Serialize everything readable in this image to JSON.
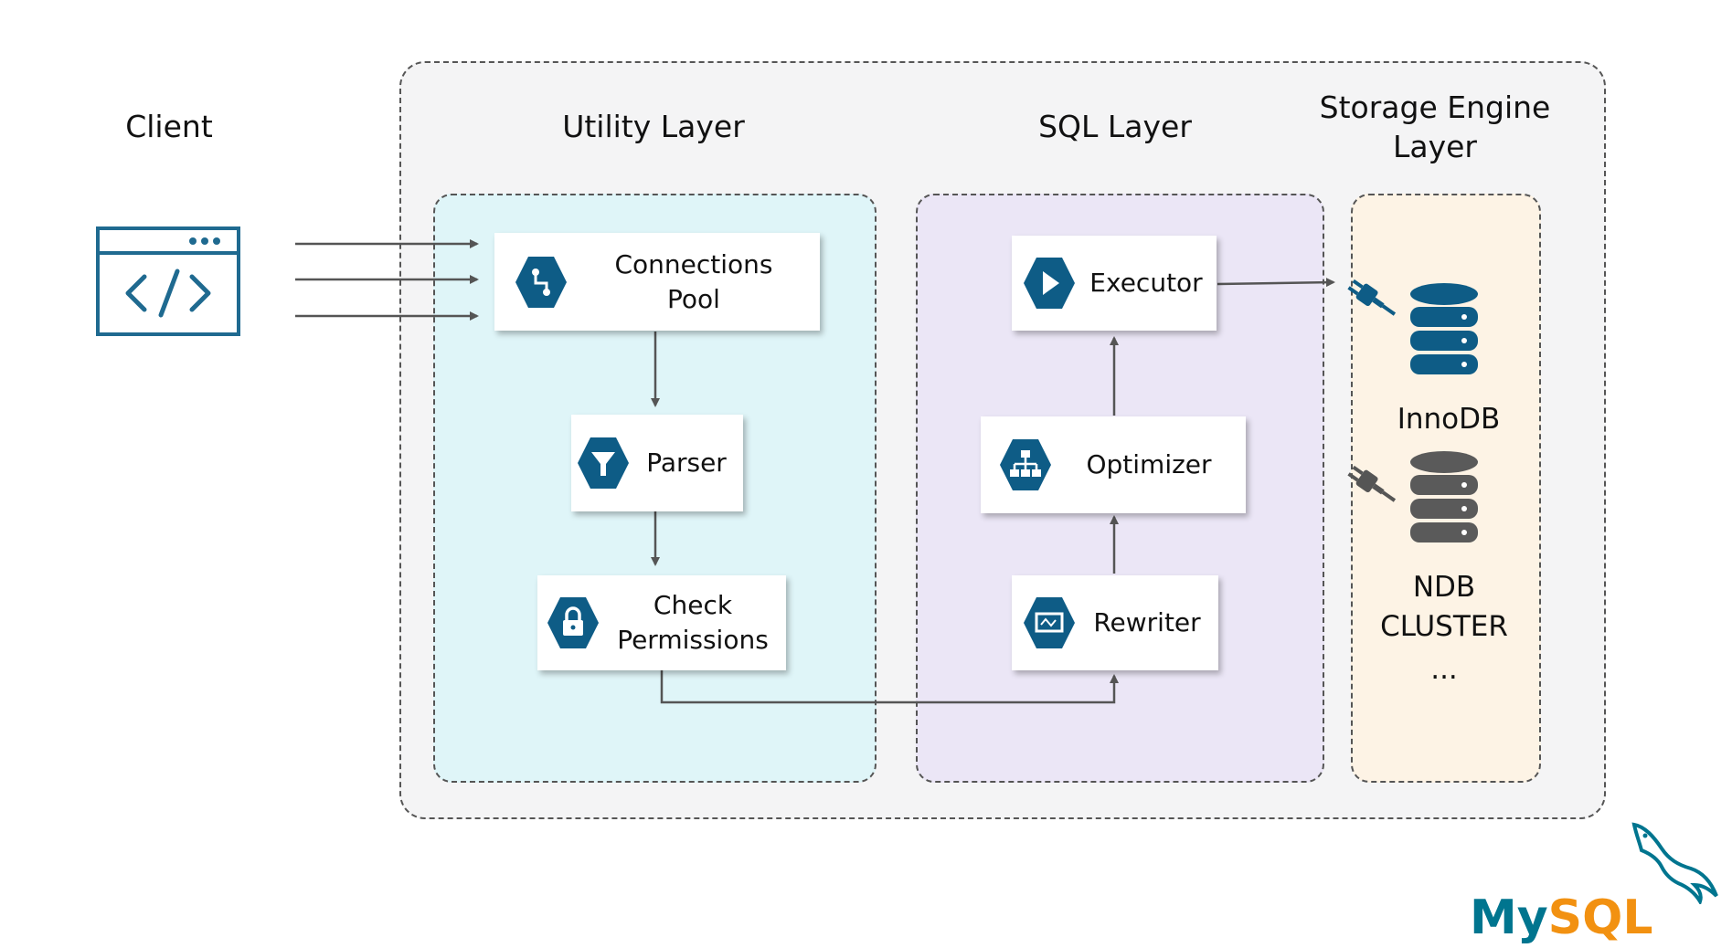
{
  "client": {
    "title": "Client"
  },
  "layers": {
    "utility": {
      "title": "Utility Layer",
      "boxes": {
        "connections_pool": "Connections\nPool",
        "parser": "Parser",
        "check_permissions": "Check\nPermissions"
      }
    },
    "sql": {
      "title": "SQL Layer",
      "boxes": {
        "executor": "Executor",
        "optimizer": "Optimizer",
        "rewriter": "Rewriter"
      }
    },
    "storage": {
      "title": "Storage Engine\nLayer",
      "engines": {
        "innodb": "InnoDB",
        "ndb": "NDB\nCLUSTER",
        "more": "..."
      }
    }
  },
  "logo": {
    "text": "MySQL"
  },
  "colors": {
    "accent": "#0e5c86",
    "utility_bg": "#dff5f8",
    "sql_bg": "#ebe6f6",
    "storage_bg": "#fdf3e5",
    "innodb_db": "#0e5c86",
    "ndb_db": "#5a5a5a",
    "logo_blue": "#00758f",
    "logo_orange": "#f29111"
  }
}
